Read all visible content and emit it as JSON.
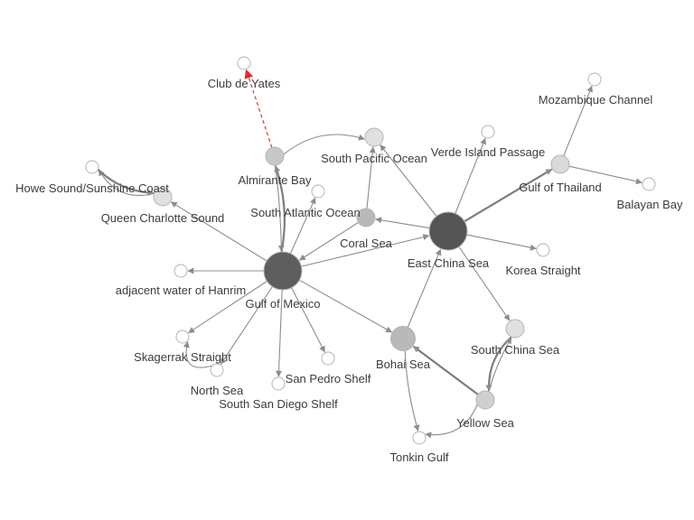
{
  "colors": {
    "background": "#ffffff",
    "edge": "#8c8c8c",
    "highlight_edge": "#e8262a",
    "label": "#3c3c3c"
  },
  "nodes": [
    {
      "id": "club",
      "label": "Club de Yates",
      "size": "small",
      "fill": "#ffffff"
    },
    {
      "id": "mozambique",
      "label": "Mozambique Channel",
      "size": "small",
      "fill": "#ffffff"
    },
    {
      "id": "verde",
      "label": "Verde Island Passage",
      "size": "small",
      "fill": "#ffffff"
    },
    {
      "id": "southpacific",
      "label": "South Pacific Ocean",
      "size": "medium",
      "fill": "#e0e0e0"
    },
    {
      "id": "almirante",
      "label": "Almirante Bay",
      "size": "medium",
      "fill": "#c8c8c8"
    },
    {
      "id": "thailand",
      "label": "Gulf of Thailand",
      "size": "medium",
      "fill": "#d9d9d9"
    },
    {
      "id": "howe",
      "label": "Howe Sound/Sunshine Coast",
      "size": "small",
      "fill": "#ffffff"
    },
    {
      "id": "balayan",
      "label": "Balayan Bay",
      "size": "small",
      "fill": "#ffffff"
    },
    {
      "id": "queencharlotte",
      "label": "Queen Charlotte Sound",
      "size": "medium",
      "fill": "#e0e0e0"
    },
    {
      "id": "southatlantic",
      "label": "South Atlantic Ocean",
      "size": "small",
      "fill": "#ffffff"
    },
    {
      "id": "coral",
      "label": "Coral Sea",
      "size": "medium",
      "fill": "#b9b9b9"
    },
    {
      "id": "eastchina",
      "label": "East China Sea",
      "size": "xlarge",
      "fill": "#555555"
    },
    {
      "id": "korea",
      "label": "Korea Straight",
      "size": "small",
      "fill": "#ffffff"
    },
    {
      "id": "hanrim",
      "label": "adjacent water of Hanrim",
      "size": "small",
      "fill": "#ffffff"
    },
    {
      "id": "mexico",
      "label": "Gulf of Mexico",
      "size": "xlarge",
      "fill": "#5e5e5e"
    },
    {
      "id": "southchina",
      "label": "South China Sea",
      "size": "medium",
      "fill": "#e0e0e0"
    },
    {
      "id": "bohai",
      "label": "Bohai Sea",
      "size": "large",
      "fill": "#b9b9b9"
    },
    {
      "id": "skagerrak",
      "label": "Skagerrak Straight",
      "size": "small",
      "fill": "#ffffff"
    },
    {
      "id": "sanpedro",
      "label": "San Pedro Shelf",
      "size": "small",
      "fill": "#ffffff"
    },
    {
      "id": "northsea",
      "label": "North Sea",
      "size": "small",
      "fill": "#ffffff"
    },
    {
      "id": "southsandiego",
      "label": "South San Diego Shelf",
      "size": "small",
      "fill": "#ffffff"
    },
    {
      "id": "yellow",
      "label": "Yellow Sea",
      "size": "medium",
      "fill": "#d0d0d0"
    },
    {
      "id": "tonkin",
      "label": "Tonkin Gulf",
      "size": "small",
      "fill": "#ffffff"
    }
  ],
  "edges": [
    {
      "from": "almirante",
      "to": "club",
      "style": "highlight"
    },
    {
      "from": "mexico",
      "to": "almirante",
      "style": "thick"
    },
    {
      "from": "almirante",
      "to": "mexico",
      "style": "normal"
    },
    {
      "from": "almirante",
      "to": "southpacific",
      "style": "normal"
    },
    {
      "from": "coral",
      "to": "southpacific",
      "style": "normal"
    },
    {
      "from": "eastchina",
      "to": "southpacific",
      "style": "normal"
    },
    {
      "from": "eastchina",
      "to": "verde",
      "style": "normal"
    },
    {
      "from": "eastchina",
      "to": "thailand",
      "style": "thick"
    },
    {
      "from": "thailand",
      "to": "mozambique",
      "style": "normal"
    },
    {
      "from": "thailand",
      "to": "balayan",
      "style": "normal"
    },
    {
      "from": "eastchina",
      "to": "coral",
      "style": "normal"
    },
    {
      "from": "mexico",
      "to": "eastchina",
      "style": "normal"
    },
    {
      "from": "coral",
      "to": "mexico",
      "style": "normal"
    },
    {
      "from": "eastchina",
      "to": "korea",
      "style": "normal"
    },
    {
      "from": "eastchina",
      "to": "southchina",
      "style": "normal"
    },
    {
      "from": "bohai",
      "to": "eastchina",
      "style": "normal"
    },
    {
      "from": "mexico",
      "to": "southatlantic",
      "style": "normal"
    },
    {
      "from": "mexico",
      "to": "queencharlotte",
      "style": "normal"
    },
    {
      "from": "queencharlotte",
      "to": "howe",
      "style": "normal"
    },
    {
      "from": "howe",
      "to": "queencharlotte",
      "style": "thick"
    },
    {
      "from": "mexico",
      "to": "hanrim",
      "style": "normal"
    },
    {
      "from": "mexico",
      "to": "skagerrak",
      "style": "normal"
    },
    {
      "from": "mexico",
      "to": "northsea",
      "style": "normal"
    },
    {
      "from": "northsea",
      "to": "skagerrak",
      "style": "normal"
    },
    {
      "from": "mexico",
      "to": "southsandiego",
      "style": "normal"
    },
    {
      "from": "mexico",
      "to": "sanpedro",
      "style": "normal"
    },
    {
      "from": "mexico",
      "to": "bohai",
      "style": "normal"
    },
    {
      "from": "southchina",
      "to": "yellow",
      "style": "thick"
    },
    {
      "from": "yellow",
      "to": "southchina",
      "style": "normal"
    },
    {
      "from": "yellow",
      "to": "bohai",
      "style": "thick"
    },
    {
      "from": "bohai",
      "to": "tonkin",
      "style": "normal"
    },
    {
      "from": "yellow",
      "to": "tonkin",
      "style": "normal"
    }
  ]
}
